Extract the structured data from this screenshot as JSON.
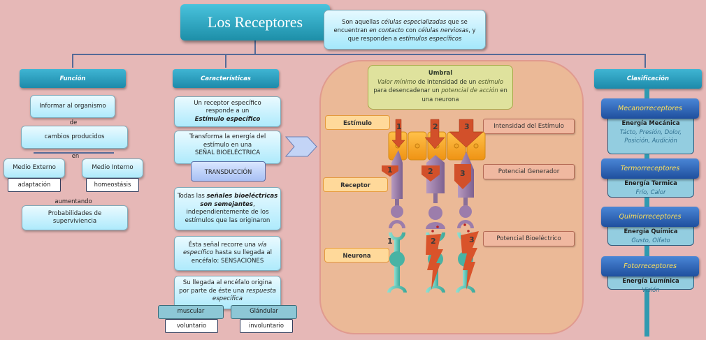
{
  "title": "Los Receptores",
  "definition": {
    "parts": [
      {
        "t": "Son aquellas ",
        "i": false
      },
      {
        "t": "células especializadas",
        "i": true
      },
      {
        "t": " que se encuentran ",
        "i": false
      },
      {
        "t": "en contacto",
        "i": true
      },
      {
        "t": " con ",
        "i": false
      },
      {
        "t": "células nerviosas",
        "i": true
      },
      {
        "t": ", y que responden a ",
        "i": false
      },
      {
        "t": "estímulos específicos",
        "i": true
      }
    ]
  },
  "funcion": {
    "header": "Función",
    "informar": "Informar al organismo",
    "de": "de",
    "cambios": "cambios producidos",
    "en": "en",
    "medio_externo": "Medio Externo",
    "medio_interno": "Medio Interno",
    "adaptacion": "adaptación",
    "homeostasis": "homeostásis",
    "aumentando": "aumentando",
    "probabilidades_1": "Probabilidades de",
    "probabilidades_2": "superviviencia"
  },
  "caracteristicas": {
    "header": "Características",
    "c1_1": "Un receptor específico",
    "c1_2": "responde  a un",
    "c1_3": "Estímulo específico",
    "c2_1": "Transforma  la energía del",
    "c2_2": "estímulo en una",
    "c2_3": "SEÑAL BIOELÉCTRICA",
    "transduccion": "TRANSDUCCIÓN",
    "c3_1": "Todas las ",
    "c3_1i": "señales bioeléctricas",
    "c3_2i": "son semejantes",
    "c3_2": ",",
    "c3_3": "independientemente de los",
    "c3_4": "estímulos que las originaron",
    "c4_1": "Ésta señal recorre una ",
    "c4_1i": "vía",
    "c4_2i": "específico",
    "c4_2": " hasta su llegada al",
    "c4_3": "encéfalo: SENSACIONES",
    "c5_1": "Su llegada al encéfalo origina",
    "c5_2": "por parte de éste una ",
    "c5_2i": "respuesta",
    "c5_3i": "específica",
    "muscular": "muscular",
    "glandular": "Glándular",
    "voluntario": "voluntario",
    "involuntario": "involuntario"
  },
  "diagram": {
    "umbral_title": "Umbral",
    "umbral_1i": "Valor mínimo",
    "umbral_1": " de intensidad de un ",
    "umbral_1i2": "estímulo",
    "umbral_2": "para desencadenar un ",
    "umbral_2i": "potencial de acción",
    "umbral_2b": " en",
    "umbral_3": "una neurona",
    "estimulo": "Estímulo",
    "receptor": "Receptor",
    "neurona": "Neurona",
    "intensidad": "Intensidad del Estímulo",
    "potencial_generador": "Potencial Generador",
    "potencial_bioelectrico": "Potencial Bioeléctrico",
    "numbers": [
      "1",
      "2",
      "3"
    ],
    "colors": {
      "cell": "#f5a623",
      "arrow": "#d2502a",
      "receptor": "#9b7fa6",
      "neuron": "#5cc5b5"
    }
  },
  "clasificacion": {
    "header": "Clasificación",
    "items": [
      {
        "name": "Mecanorreceptores",
        "energy": "Energía Mecánica",
        "examples_1": "Tácto, Presión, Dolor,",
        "examples_2": "Posición, Audición"
      },
      {
        "name": "Termorreceptores",
        "energy": "Energía  Termica",
        "examples_1": "Frío, Calor",
        "examples_2": ""
      },
      {
        "name": "Quimiorreceptores",
        "energy": "Energía Química",
        "examples_1": "Gusto, Olfato",
        "examples_2": ""
      },
      {
        "name": "Fotorreceptores",
        "energy": "Energía Lumínica",
        "examples_1": "Visión",
        "examples_2": ""
      }
    ]
  }
}
